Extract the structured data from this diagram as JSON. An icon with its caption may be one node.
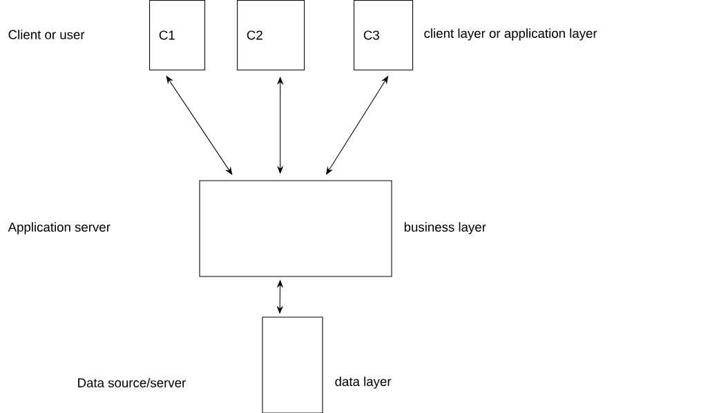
{
  "diagram": {
    "nodes": [
      {
        "text": [
          "C1"
        ]
      },
      {
        "text": [
          "C2"
        ]
      },
      {
        "text": [
          "C3"
        ]
      },
      {
        "text": [],
        "shape": "box"
      },
      {
        "text": [],
        "shape": "box"
      }
    ],
    "edges": [
      {
        "from": 0,
        "to": 3,
        "arrow": "both"
      },
      {
        "from": 1,
        "to": 3,
        "arrow": "both"
      },
      {
        "from": 2,
        "to": 3,
        "arrow": "both"
      },
      {
        "from": 3,
        "to": 4,
        "arrow": "both"
      }
    ],
    "labels": [
      "Client or user",
      "client layer or application layer",
      "Application server",
      "business layer",
      "Data source/server",
      "data layer"
    ]
  }
}
